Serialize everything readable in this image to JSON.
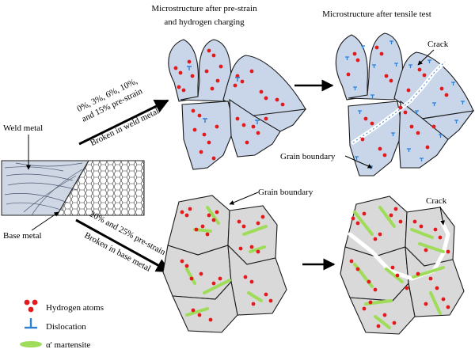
{
  "texts": {
    "micro_pre_line1": "Microstructure after pre-strain",
    "micro_pre_line2": "and hydrogen charging",
    "micro_tensile": "Microstructure after tensile test",
    "crack_top": "Crack",
    "crack_bottom": "Crack",
    "weld_metal": "Weld metal",
    "base_metal": "Base metal",
    "grain_boundary_top": "Grain boundary",
    "grain_boundary_bottom": "Grain boundary",
    "upper_arrow_line1": "0%, 3%, 6%, 10%,",
    "upper_arrow_line2": "and 15% pre-strain",
    "upper_arrow_below": "Broken in weld metal",
    "lower_arrow_above": "20% and 25% pre-strain",
    "lower_arrow_below": "Broken in base metal"
  },
  "legend": [
    {
      "icon": "hydrogen-atoms-icon",
      "label": "Hydrogen atoms"
    },
    {
      "icon": "dislocation-icon",
      "label": "Dislocation"
    },
    {
      "icon": "martensite-icon",
      "label": "α' martensite"
    }
  ],
  "colors": {
    "grain_blue": "#c9d6ea",
    "grain_gray": "#d9d9d9",
    "hydrogen_red": "#e3191c",
    "dislocation_blue": "#2f7fd1",
    "martensite_green": "#9fdc5a"
  }
}
